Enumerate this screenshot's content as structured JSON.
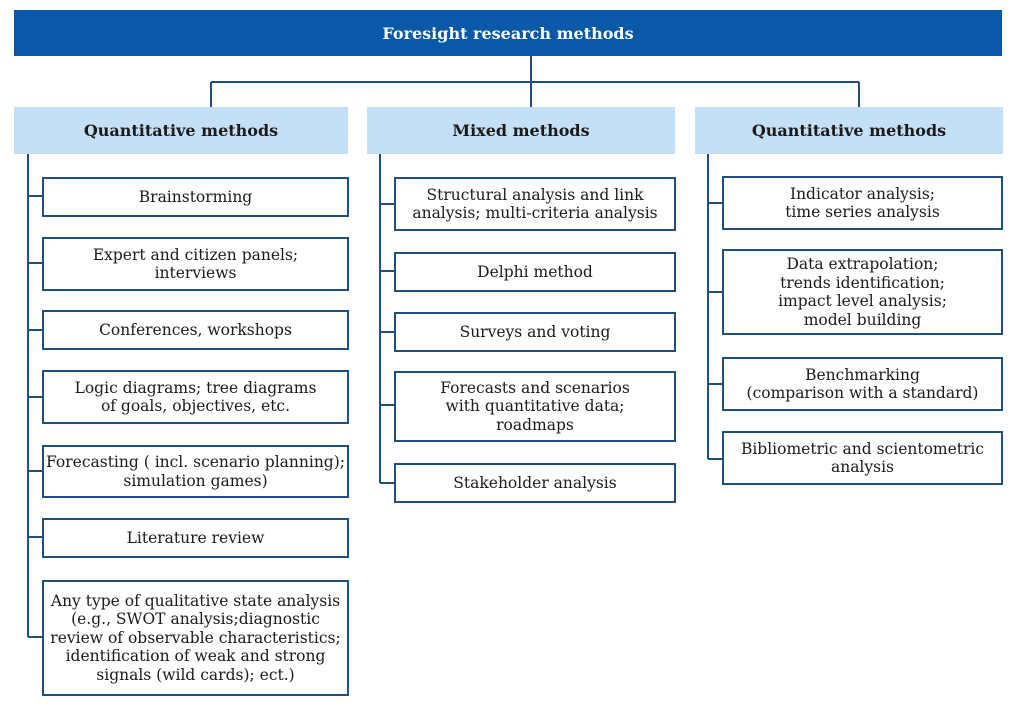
{
  "title": "Foresight research methods",
  "columns": [
    {
      "header": "Quantitative methods",
      "items": [
        "Brainstorming",
        "Expert and citizen panels;\ninterviews",
        "Conferences, workshops",
        "Logic diagrams; tree diagrams\nof goals, objectives, etc.",
        "Forecasting ( incl. scenario planning);\nsimulation games)",
        "Literature review",
        "Any type of qualitative state analysis\n(e.g., SWOT analysis;diagnostic\nreview of observable characteristics;\nidentification of weak and strong\nsignals (wild cards); ect.)"
      ]
    },
    {
      "header": "Mixed methods",
      "items": [
        "Structural analysis and link\nanalysis; multi-criteria analysis",
        "Delphi method",
        "Surveys and voting",
        "Forecasts and scenarios\nwith quantitative data;\nroadmaps",
        "Stakeholder analysis"
      ]
    },
    {
      "header": "Quantitative methods",
      "items": [
        "Indicator analysis;\ntime series analysis",
        "Data extrapolation;\ntrends identification;\nimpact level analysis;\nmodel building",
        "Benchmarking\n(comparison with a standard)",
        "Bibliometric and scientometric\nanalysis"
      ]
    }
  ]
}
